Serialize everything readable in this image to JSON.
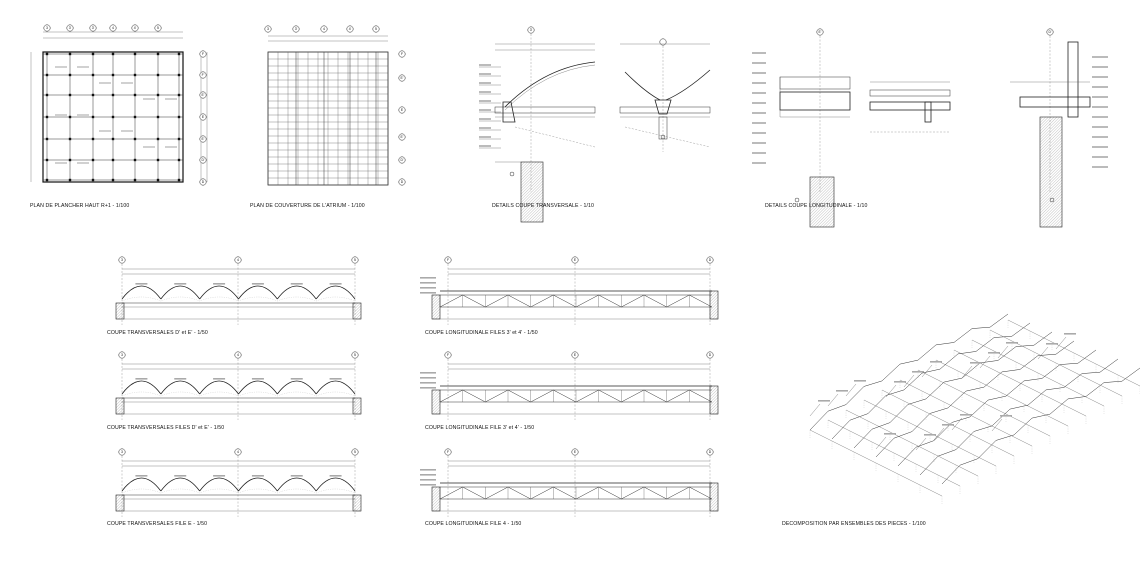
{
  "captions": {
    "plan_plancher": "PLAN DE PLANCHER HAUT R+1 - 1/100",
    "plan_couverture": "PLAN DE COUVERTURE DE L'ATRIUM - 1/100",
    "details_transversale": "DETAILS COUPE TRANSVERSALE - 1/10",
    "details_longitudinale": "DETAILS COUPE LONGITUDINALE - 1/10",
    "coupe_trans_1": "COUPE TRANSVERSALES D' et E' - 1/50",
    "coupe_trans_2": "COUPE TRANSVERSALES FILES D' et E' - 1/50",
    "coupe_trans_3": "COUPE TRANSVERSALES FILE E - 1/50",
    "coupe_long_1": "COUPE LONGITUDINALE FILES 3' et 4' - 1/50",
    "coupe_long_2": "COUPE LONGITUDINALE FILE 3' et 4' - 1/50",
    "coupe_long_3": "COUPE LONGITUDINALE FILE 4 - 1/50",
    "decomposition": "DECOMPOSITION PAR ENSEMBLES DES PIECES - 1/100"
  },
  "grid_labels": {
    "plan_top": [
      "3",
      "3'",
      "3'",
      "4",
      "4'",
      "5"
    ],
    "plan_side": [
      "F",
      "F'",
      "E'",
      "E",
      "E'",
      "D'",
      "D"
    ],
    "roof_top": [
      "3",
      "3'",
      "4",
      "4'",
      "5"
    ],
    "roof_side": [
      "F",
      "E'",
      "E",
      "E'",
      "D'",
      "D"
    ],
    "detail_trans": [
      "3'"
    ],
    "detail_long": [
      "E'",
      "D'"
    ],
    "coupe_trans": [
      "3",
      "4",
      "5"
    ],
    "coupe_long": [
      "F",
      "E",
      "D"
    ]
  }
}
